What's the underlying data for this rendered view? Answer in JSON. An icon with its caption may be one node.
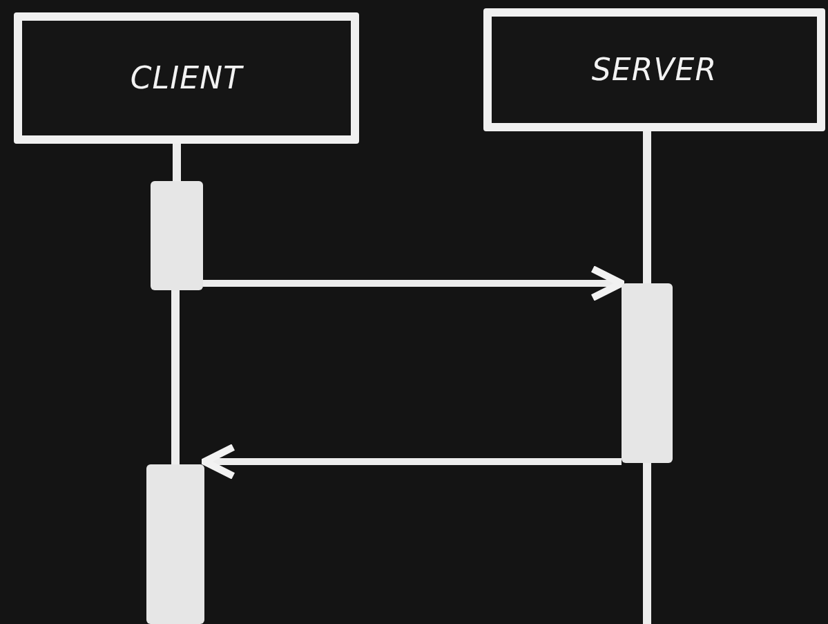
{
  "diagram": {
    "nodes": [
      {
        "text": [
          "CLIENT"
        ]
      },
      {
        "text": [
          "SERVER"
        ]
      },
      {
        "text": [],
        "shape": "bar"
      },
      {
        "text": [],
        "shape": "bar"
      },
      {
        "text": [],
        "shape": "bar"
      }
    ],
    "edges": [
      {
        "from": 0,
        "to": 2,
        "arrow": "none"
      },
      {
        "from": 2,
        "to": 4,
        "arrow": "none"
      },
      {
        "from": 1,
        "to": 3,
        "arrow": "none"
      },
      {
        "from": 3,
        "to": null,
        "arrow": "none"
      },
      {
        "from": 2,
        "to": 3,
        "arrow": "to"
      },
      {
        "from": 3,
        "to": 4,
        "arrow": "to"
      }
    ]
  }
}
